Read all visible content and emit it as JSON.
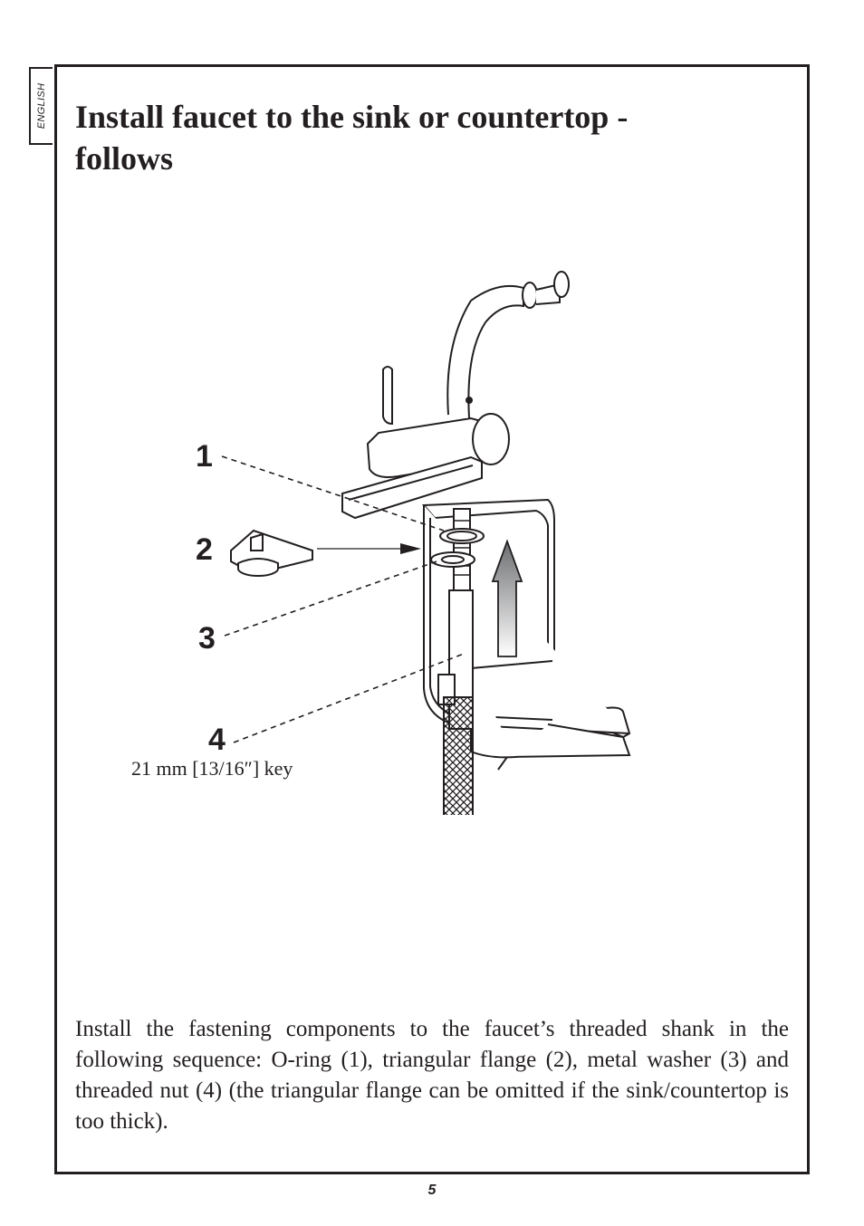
{
  "side_tab": {
    "language": "ENGLISH"
  },
  "heading": {
    "title": "Install faucet to the sink or countertop - follows"
  },
  "figure": {
    "callouts": [
      "1",
      "2",
      "3",
      "4"
    ],
    "key_caption": "21 mm [13/16″] key"
  },
  "instructions": {
    "text": "Install the fastening components to the faucet’s threaded shank in the following sequence: O-ring (1), triangular flange (2), metal washer (3) and threaded nut (4) (the  triangular flange can be omitted if the sink/countertop is too thick)."
  },
  "footer": {
    "page_number": "5"
  }
}
